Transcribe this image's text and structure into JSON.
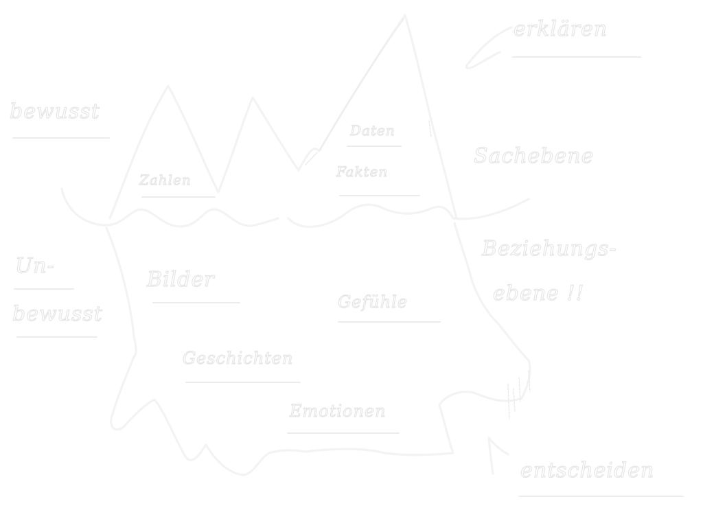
{
  "labels": {
    "bewusst": "bewusst",
    "unbewusst_line1": "Un-",
    "unbewusst_line2": "bewusst",
    "erklaeren": "erklären",
    "sachebene": "Sachebene",
    "beziehungsebene_line1": "Beziehungs-",
    "beziehungsebene_line2": "ebene !!",
    "entscheiden": "entscheiden",
    "zahlen": "Zahlen",
    "daten": "Daten",
    "fakten": "Fakten",
    "bilder": "Bilder",
    "gefuehle": "Gefühle",
    "geschichten": "Geschichten",
    "emotionen": "Emotionen"
  }
}
